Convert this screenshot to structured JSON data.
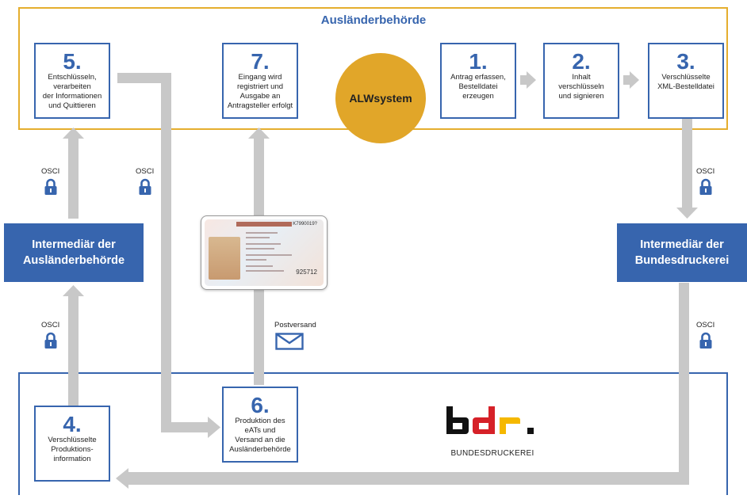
{
  "frame_top": {
    "title": "Ausländerbehörde"
  },
  "center": {
    "label": "ALWsystem"
  },
  "steps": {
    "s1": {
      "num": "1.",
      "text": "Antrag erfassen,\nBestelldatei\nerzeugen"
    },
    "s2": {
      "num": "2.",
      "text": "Inhalt\nverschlüsseln\nund signieren"
    },
    "s3": {
      "num": "3.",
      "text": "Verschlüsselte\nXML-Bestelldatei"
    },
    "s4": {
      "num": "4.",
      "text": "Verschlüsselte\nProduktions-\ninformation"
    },
    "s5": {
      "num": "5.",
      "text": "Entschlüsseln,\nverarbeiten\nder Informationen\nund Quittieren"
    },
    "s6": {
      "num": "6.",
      "text": "Produktion des\neATs und\nVersand an die\nAusländerbehörde"
    },
    "s7": {
      "num": "7.",
      "text": "Eingang wird\nregistriert und\nAusgabe an\nAntragsteller erfolgt"
    }
  },
  "intermediaries": {
    "left": "Intermediär der\nAusländerbehörde",
    "right": "Intermediär der\nBundesdruckerei"
  },
  "osci_label": "OSCI",
  "postversand_label": "Postversand",
  "card": {
    "id_text": "K7990019?",
    "number_text": "925712"
  },
  "logo": {
    "text": "BUNDESDRUCKEREI",
    "colors": [
      "#111111",
      "#D62128",
      "#F5B800"
    ]
  },
  "colors": {
    "blue": "#3765AE",
    "gold": "#E1A629",
    "arrow_gray": "#C8C8C8",
    "frame_gold": "#E5AE2E"
  }
}
